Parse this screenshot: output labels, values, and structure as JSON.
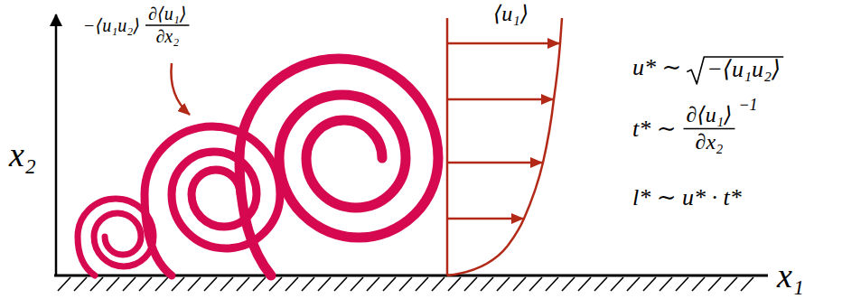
{
  "diagram": {
    "labels": [
      "−⟨u₁u₂⟩",
      "∂⟨u₁⟩",
      "∂x₂",
      "⟨u₁⟩",
      "x₂",
      "x₁",
      "u* ∼",
      "−⟨u₁u₂⟩",
      "t* ∼",
      "∂⟨u₁⟩",
      "∂x₂",
      "−1",
      "l* ∼ u* · t*"
    ]
  }
}
